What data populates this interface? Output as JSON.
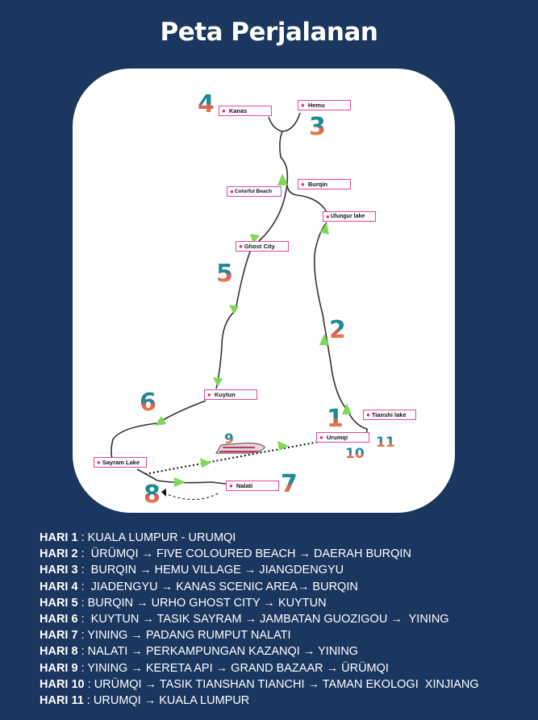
{
  "title": "Peta Perjalanan",
  "map": {
    "locations": [
      "Kanas",
      "Hemu",
      "Burqin",
      "Colorful Beach",
      "Ulungur lake",
      "Ghost City",
      "Kuytun",
      "Tianshi lake",
      "Urumqi",
      "Sayram Lake",
      "Nalati"
    ],
    "day_numbers": [
      "1",
      "2",
      "3",
      "4",
      "5",
      "6",
      "7",
      "8",
      "9",
      "10",
      "11"
    ],
    "route_color": "#333333",
    "arrow_color": "#7ed957",
    "pin_color": "#e8207f"
  },
  "itinerary": [
    {
      "day": "HARI 1",
      "sep": " : ",
      "text": "KUALA LUMPUR - URUMQI"
    },
    {
      "day": "HARI 2",
      "sep": " :  ",
      "text": "ÜRÜMQI → FIVE COLOURED BEACH → DAERAH BURQIN"
    },
    {
      "day": "HARI 3",
      "sep": " :  ",
      "text": "BURQIN → HEMU VILLAGE → JIANGDENGYU"
    },
    {
      "day": "HARI 4",
      "sep": " :  ",
      "text": "JIADENGYU → KANAS SCENIC AREA→ BURQIN"
    },
    {
      "day": "HARI 5",
      "sep": " : ",
      "text": "BURQIN → URHO GHOST CITY → KUYTUN"
    },
    {
      "day": "HARI 6",
      "sep": " :  ",
      "text": "KUYTUN → TASIK SAYRAM → JAMBATAN GUOZIGOU →  YINING"
    },
    {
      "day": "HARI 7",
      "sep": " : ",
      "text": "YINING → PADANG RUMPUT NALATI"
    },
    {
      "day": "HARI 8",
      "sep": " : ",
      "text": "NALATI → PERKAMPUNGAN KAZANQI → YINING"
    },
    {
      "day": "HARI 9",
      "sep": " : ",
      "text": "YINING → KERETA API → GRAND BAZAAR → ÜRÜMQI"
    },
    {
      "day": "HARI 10",
      "sep": " : ",
      "text": "URÜMQI → TASIK TIANSHAN TIANCHI → TAMAN EKOLOGI  XINJIANG"
    },
    {
      "day": "HARI 11",
      "sep": " : ",
      "text": "URUMQI → KUALA LUMPUR"
    }
  ]
}
